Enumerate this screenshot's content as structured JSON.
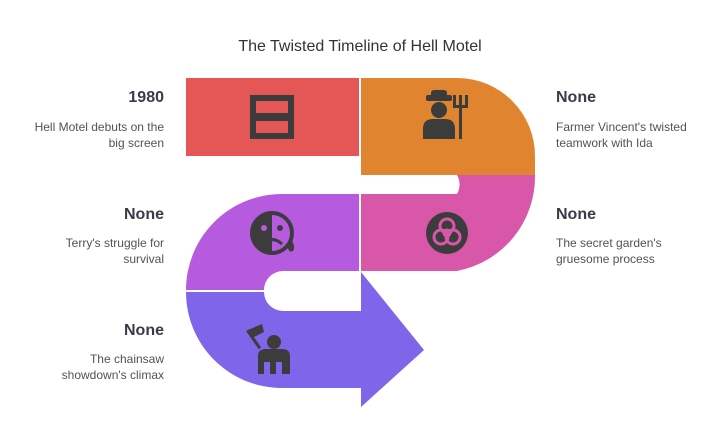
{
  "title": "The Twisted Timeline of Hell Motel",
  "colors": {
    "red": "#E55756",
    "orange": "#E1842F",
    "pink": "#D957A8",
    "purple": "#B65AE0",
    "violet": "#7E65EA",
    "icon": "#3c3c3c"
  },
  "events": [
    {
      "year": "1980",
      "desc_lines": [
        "Hell Motel debuts on the",
        "big screen"
      ],
      "icon": "film-icon"
    },
    {
      "year": "None",
      "desc_lines": [
        "Farmer Vincent's twisted",
        "teamwork with Ida"
      ],
      "icon": "farmer-pitchfork-icon"
    },
    {
      "year": "None",
      "desc_lines": [
        "The secret garden's",
        "gruesome process"
      ],
      "icon": "biohazard-icon"
    },
    {
      "year": "None",
      "desc_lines": [
        "Terry's struggle for",
        "survival"
      ],
      "icon": "sad-face-icon"
    },
    {
      "year": "None",
      "desc_lines": [
        "The chainsaw",
        "showdown's climax"
      ],
      "icon": "axe-person-icon"
    }
  ]
}
